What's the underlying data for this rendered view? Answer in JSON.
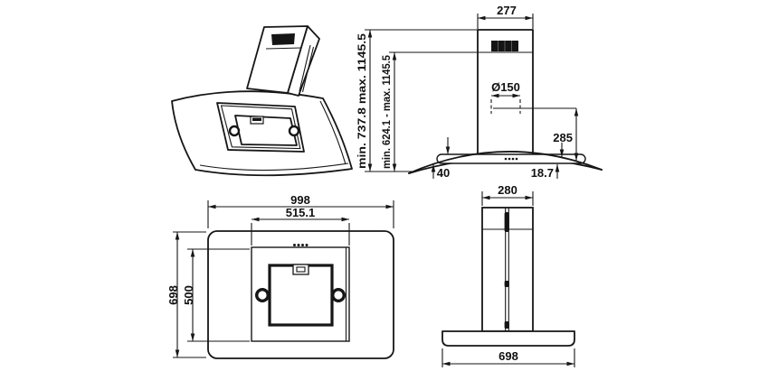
{
  "front_view": {
    "chimney_width": "277",
    "total_height_range": "min. 737.8 max. 1145.5",
    "lower_height_range": "min. 624.1 - max. 1145.5",
    "duct_diameter": "Ø150",
    "duct_to_canopy": "285",
    "canopy_edge_front": "40",
    "canopy_edge_side": "18.7"
  },
  "plan_view": {
    "overall_width": "998",
    "recess_width": "515.1",
    "overall_depth": "698",
    "recess_depth": "500"
  },
  "side_view": {
    "chimney_depth": "280",
    "base_depth": "698"
  }
}
